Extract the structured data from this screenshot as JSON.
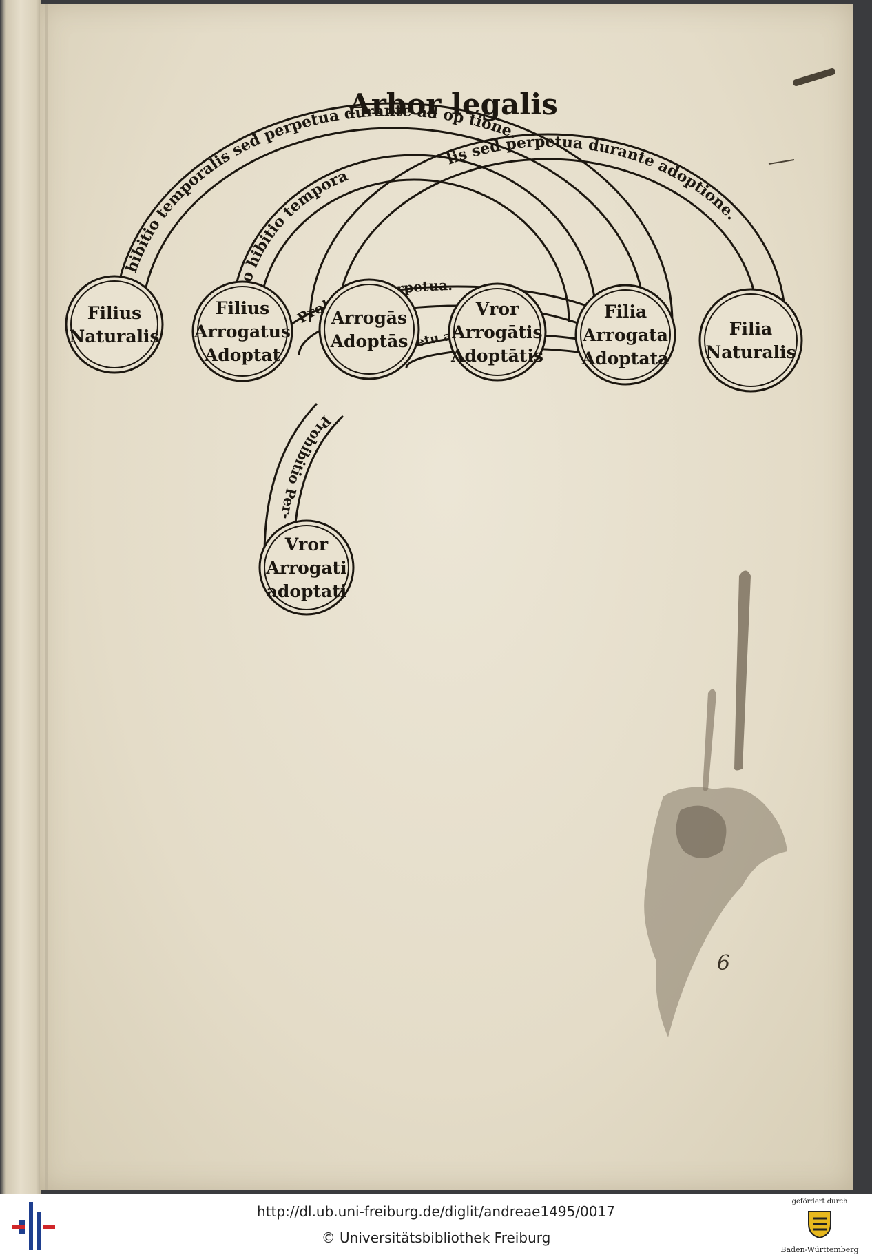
{
  "page": {
    "title": "Arbor legalis",
    "page_number": "6"
  },
  "nodes": [
    {
      "id": "n1",
      "lines": [
        "Filius",
        "Naturalis"
      ]
    },
    {
      "id": "n2",
      "lines": [
        "Filius",
        "Arrogatus",
        "Adoptat"
      ]
    },
    {
      "id": "n3",
      "lines": [
        "Arrogās",
        "Adoptās"
      ]
    },
    {
      "id": "n4",
      "lines": [
        "Vror",
        "Arrogātis",
        "Adoptātis"
      ]
    },
    {
      "id": "n5",
      "lines": [
        "Filia",
        "Arrogata",
        "Adoptata"
      ]
    },
    {
      "id": "n6",
      "lines": [
        "Filia",
        "Naturalis"
      ]
    },
    {
      "id": "n7",
      "lines": [
        "Vror",
        "Arrogati",
        "adoptati"
      ]
    }
  ],
  "arcs": {
    "outer_left": "Pro hibitio temporalis sed perpetua durante ad op tione.",
    "outer_right": "lis sed perpetua durante adoptione.",
    "middle_left": "Pro hibitio tempora",
    "inner": "Prohibitio perpetua.",
    "small": "petu a",
    "down": "Prohibitio Per-"
  },
  "footer": {
    "url": "http://dl.ub.uni-freiburg.de/diglit/andreae1495/0017",
    "copyright": "© Universitätsbibliothek Freiburg",
    "funder_caption": "gefördert durch",
    "funder_name": "Baden-Württemberg"
  },
  "colors": {
    "ink": "#1c1710",
    "paper": "#e8e1cf",
    "logo_blue": "#1f3f8f",
    "logo_red": "#d0262a"
  }
}
